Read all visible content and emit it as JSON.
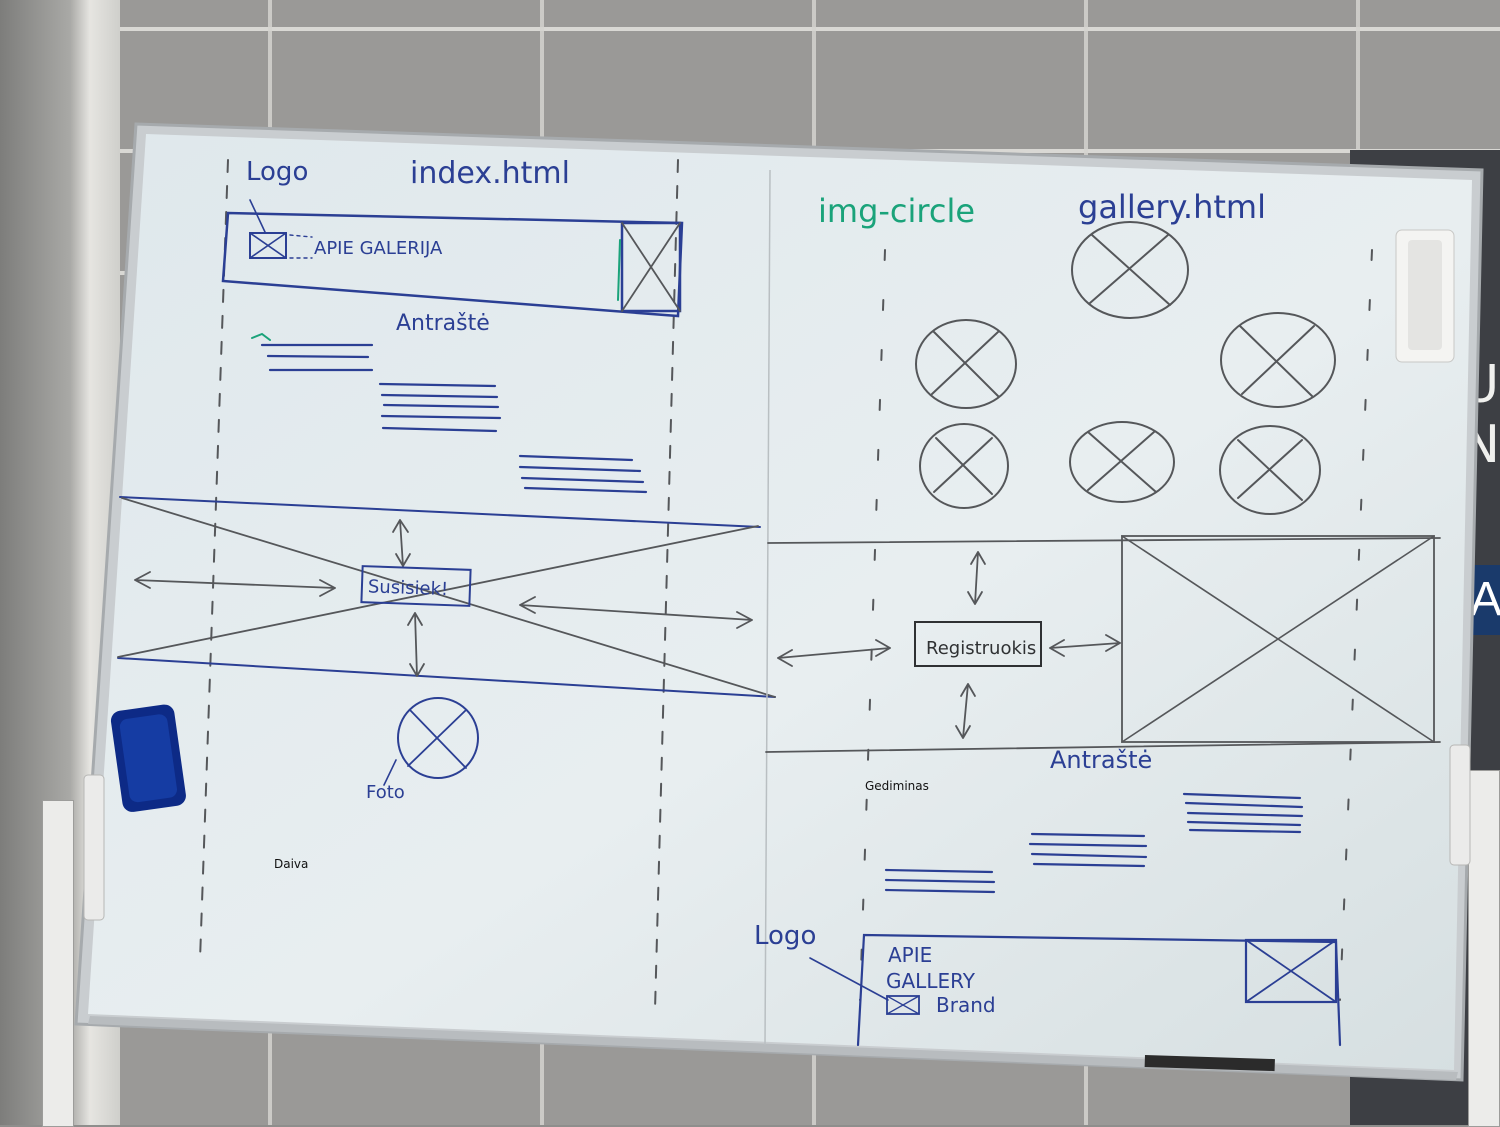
{
  "left_sketch": {
    "logo_label": "Logo",
    "page_file": "index.html",
    "nav_text": "APIE GALERIJA",
    "heading": "Antraštė",
    "button": "Susisiek!",
    "photo_label": "Foto",
    "author": "Daiva"
  },
  "right_sketch": {
    "class_label": "img-circle",
    "page_file": "gallery.html",
    "button": "Registruokis",
    "heading": "Antraštė",
    "nav_line1": "APIE",
    "nav_line2": "GALLERY",
    "brand": "Brand",
    "logo_label": "Logo",
    "author": "Gediminas"
  },
  "colors": {
    "marker_blue": "#2b3f94",
    "marker_teal": "#1aa37a",
    "pencil_gray": "#55575a",
    "board_white": "#e9eef0"
  }
}
